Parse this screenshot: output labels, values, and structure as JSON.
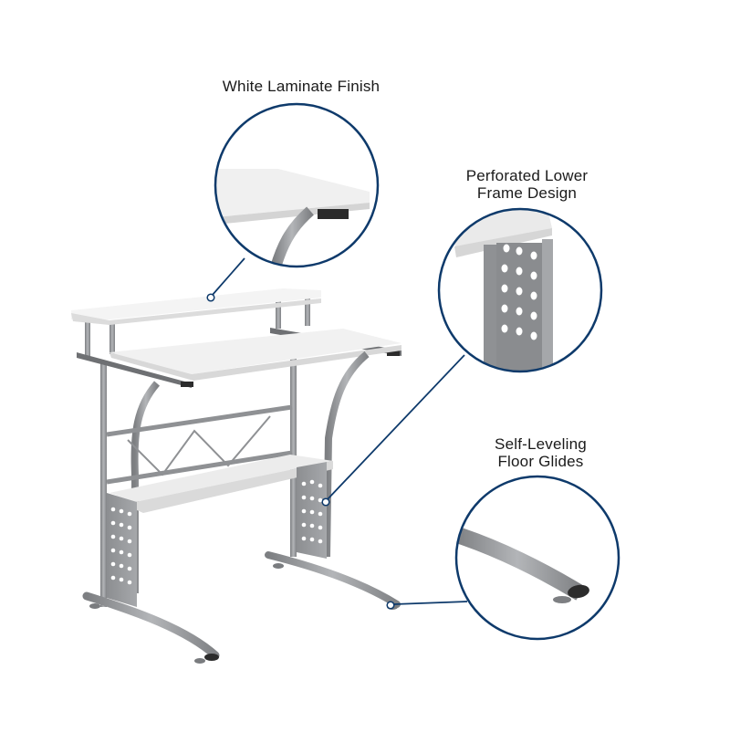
{
  "callouts": [
    {
      "id": "top-shelf",
      "lines": [
        "White Laminate Finish"
      ],
      "detail": "white-laminate-top-closeup"
    },
    {
      "id": "lower-frame",
      "lines": [
        "Perforated Lower",
        "Frame Design"
      ],
      "detail": "perforated-panel-closeup"
    },
    {
      "id": "floor-glides",
      "lines": [
        "Self-Leveling",
        "Floor Glides"
      ],
      "detail": "floor-glide-closeup"
    }
  ],
  "colors": {
    "callout_ring": "#0e3a6b",
    "laminate": "#f2f2f2",
    "metal": "#9a9c9f",
    "metal_dark": "#6e7073",
    "text": "#1a1a1a"
  },
  "product": "computer desk with raised monitor shelf, keyboard surface, lower shelf and perforated metal legs"
}
